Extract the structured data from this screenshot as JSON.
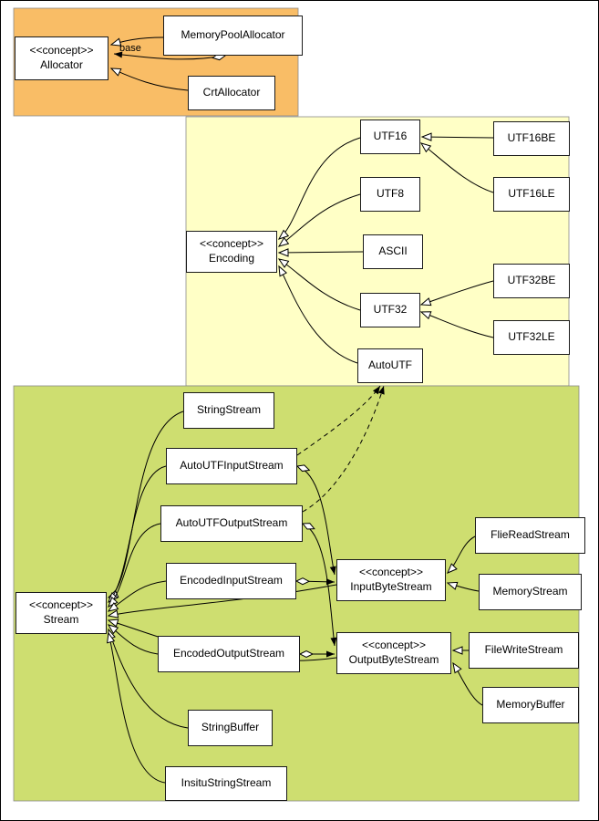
{
  "diagram": {
    "regions": {
      "allocators": {
        "color": "#f9bd66"
      },
      "encodings": {
        "color": "#ffffc6"
      },
      "streams": {
        "color": "#cede70"
      }
    },
    "edge_labels": {
      "base": "base"
    },
    "nodes": {
      "allocator": {
        "stereotype": "<<concept>>",
        "label": "Allocator"
      },
      "memoryPoolAllocator": {
        "label": "MemoryPoolAllocator"
      },
      "crtAllocator": {
        "label": "CrtAllocator"
      },
      "encoding": {
        "stereotype": "<<concept>>",
        "label": "Encoding"
      },
      "utf16": {
        "label": "UTF16"
      },
      "utf8": {
        "label": "UTF8"
      },
      "ascii": {
        "label": "ASCII"
      },
      "utf32": {
        "label": "UTF32"
      },
      "autoUtf": {
        "label": "AutoUTF"
      },
      "utf16be": {
        "label": "UTF16BE"
      },
      "utf16le": {
        "label": "UTF16LE"
      },
      "utf32be": {
        "label": "UTF32BE"
      },
      "utf32le": {
        "label": "UTF32LE"
      },
      "stringStream": {
        "label": "StringStream"
      },
      "autoUtfInputStream": {
        "label": "AutoUTFInputStream"
      },
      "autoUtfOutputStream": {
        "label": "AutoUTFOutputStream"
      },
      "encodedInputStream": {
        "label": "EncodedInputStream"
      },
      "stream": {
        "stereotype": "<<concept>>",
        "label": "Stream"
      },
      "encodedOutputStream": {
        "label": "EncodedOutputStream"
      },
      "stringBuffer": {
        "label": "StringBuffer"
      },
      "insituStringStream": {
        "label": "InsituStringStream"
      },
      "inputByteStream": {
        "stereotype": "<<concept>>",
        "label": "InputByteStream"
      },
      "outputByteStream": {
        "stereotype": "<<concept>>",
        "label": "OutputByteStream"
      },
      "flieReadStream": {
        "label": "FlieReadStream"
      },
      "memoryStream": {
        "label": "MemoryStream"
      },
      "fileWriteStream": {
        "label": "FileWriteStream"
      },
      "memoryBuffer": {
        "label": "MemoryBuffer"
      }
    },
    "edges": [
      {
        "from": "MemoryPoolAllocator",
        "to": "Allocator",
        "type": "generalization"
      },
      {
        "from": "MemoryPoolAllocator",
        "to": "Allocator",
        "type": "aggregation",
        "label": "base"
      },
      {
        "from": "CrtAllocator",
        "to": "Allocator",
        "type": "generalization"
      },
      {
        "from": "UTF16BE",
        "to": "UTF16",
        "type": "generalization"
      },
      {
        "from": "UTF16LE",
        "to": "UTF16",
        "type": "generalization"
      },
      {
        "from": "UTF32BE",
        "to": "UTF32",
        "type": "generalization"
      },
      {
        "from": "UTF32LE",
        "to": "UTF32",
        "type": "generalization"
      },
      {
        "from": "UTF16",
        "to": "Encoding",
        "type": "generalization"
      },
      {
        "from": "UTF8",
        "to": "Encoding",
        "type": "generalization"
      },
      {
        "from": "ASCII",
        "to": "Encoding",
        "type": "generalization"
      },
      {
        "from": "UTF32",
        "to": "Encoding",
        "type": "generalization"
      },
      {
        "from": "AutoUTF",
        "to": "Encoding",
        "type": "generalization"
      },
      {
        "from": "StringStream",
        "to": "Stream",
        "type": "generalization"
      },
      {
        "from": "AutoUTFInputStream",
        "to": "Stream",
        "type": "generalization"
      },
      {
        "from": "AutoUTFOutputStream",
        "to": "Stream",
        "type": "generalization"
      },
      {
        "from": "EncodedInputStream",
        "to": "Stream",
        "type": "generalization"
      },
      {
        "from": "EncodedOutputStream",
        "to": "Stream",
        "type": "generalization"
      },
      {
        "from": "StringBuffer",
        "to": "Stream",
        "type": "generalization"
      },
      {
        "from": "InsituStringStream",
        "to": "Stream",
        "type": "generalization"
      },
      {
        "from": "InputByteStream",
        "to": "Stream",
        "type": "generalization"
      },
      {
        "from": "OutputByteStream",
        "to": "Stream",
        "type": "generalization"
      },
      {
        "from": "AutoUTFInputStream",
        "to": "InputByteStream",
        "type": "aggregation"
      },
      {
        "from": "EncodedInputStream",
        "to": "InputByteStream",
        "type": "aggregation"
      },
      {
        "from": "AutoUTFOutputStream",
        "to": "OutputByteStream",
        "type": "aggregation"
      },
      {
        "from": "EncodedOutputStream",
        "to": "OutputByteStream",
        "type": "aggregation"
      },
      {
        "from": "FlieReadStream",
        "to": "InputByteStream",
        "type": "generalization"
      },
      {
        "from": "MemoryStream",
        "to": "InputByteStream",
        "type": "generalization"
      },
      {
        "from": "FileWriteStream",
        "to": "OutputByteStream",
        "type": "generalization"
      },
      {
        "from": "MemoryBuffer",
        "to": "OutputByteStream",
        "type": "generalization"
      },
      {
        "from": "AutoUTFInputStream",
        "to": "AutoUTF",
        "type": "dependency"
      },
      {
        "from": "AutoUTFOutputStream",
        "to": "AutoUTF",
        "type": "dependency"
      }
    ]
  }
}
